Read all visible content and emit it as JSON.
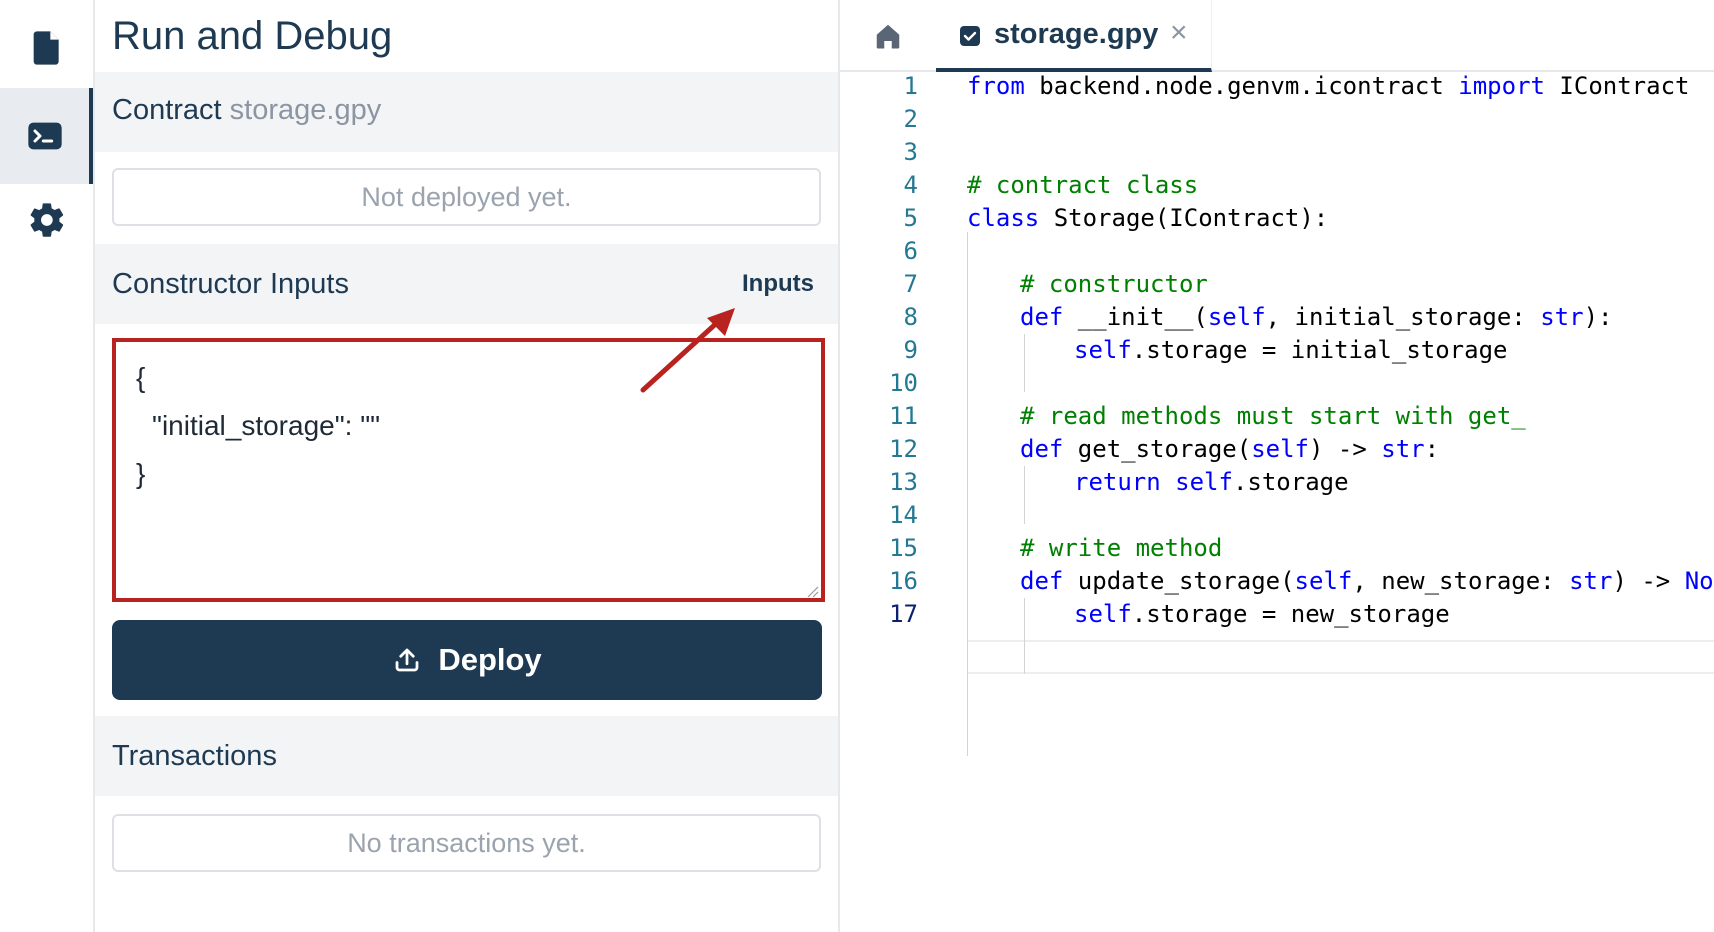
{
  "activity_bar": {
    "items": [
      {
        "icon": "file-icon",
        "active": false
      },
      {
        "icon": "terminal-icon",
        "active": true
      },
      {
        "icon": "gear-icon",
        "active": false
      }
    ]
  },
  "panel": {
    "title": "Run and Debug",
    "contract_label": "Contract",
    "contract_name": "storage.gpy",
    "deploy_status": "Not deployed yet.",
    "constructor_label": "Constructor Inputs",
    "inputs_link": "Inputs",
    "json_input": {
      "line1": "{",
      "line2": "\"initial_storage\": \"\"",
      "line3": "}"
    },
    "deploy_button": "Deploy",
    "transactions_label": "Transactions",
    "transactions_status": "No transactions yet."
  },
  "editor": {
    "tab_name": "storage.gpy",
    "tab_close": "×",
    "current_line": 17,
    "lines": [
      {
        "n": "1"
      },
      {
        "n": "2"
      },
      {
        "n": "3"
      },
      {
        "n": "4"
      },
      {
        "n": "5"
      },
      {
        "n": "6"
      },
      {
        "n": "7"
      },
      {
        "n": "8"
      },
      {
        "n": "9"
      },
      {
        "n": "10"
      },
      {
        "n": "11"
      },
      {
        "n": "12"
      },
      {
        "n": "13"
      },
      {
        "n": "14"
      },
      {
        "n": "15"
      },
      {
        "n": "16"
      },
      {
        "n": "17"
      }
    ],
    "code": {
      "l1a": "from",
      "l1b": " backend.node.genvm.icontract ",
      "l1c": "import",
      "l1d": " IContract",
      "l4": "# contract class",
      "l5a": "class",
      "l5b": " Storage(IContract):",
      "l7": "# constructor",
      "l8a": "def",
      "l8b": " __init__(",
      "l8c": "self",
      "l8d": ", initial_storage: ",
      "l8e": "str",
      "l8f": "):",
      "l9a": "self",
      "l9b": ".storage = initial_storage",
      "l11": "# read methods must start with get_",
      "l12a": "def",
      "l12b": " get_storage(",
      "l12c": "self",
      "l12d": ") -> ",
      "l12e": "str",
      "l12f": ":",
      "l13a": "return",
      "l13b": " ",
      "l13c": "self",
      "l13d": ".storage",
      "l15": "# write method",
      "l16a": "def",
      "l16b": " update_storage(",
      "l16c": "self",
      "l16d": ", new_storage: ",
      "l16e": "str",
      "l16f": ") -> ",
      "l16g": "No",
      "l17a": "self",
      "l17b": ".storage = new_storage"
    }
  },
  "colors": {
    "navy": "#1e3a52",
    "highlight_red": "#b8231f",
    "keyword": "#0000ff",
    "comment": "#008000",
    "line_number": "#237893"
  }
}
